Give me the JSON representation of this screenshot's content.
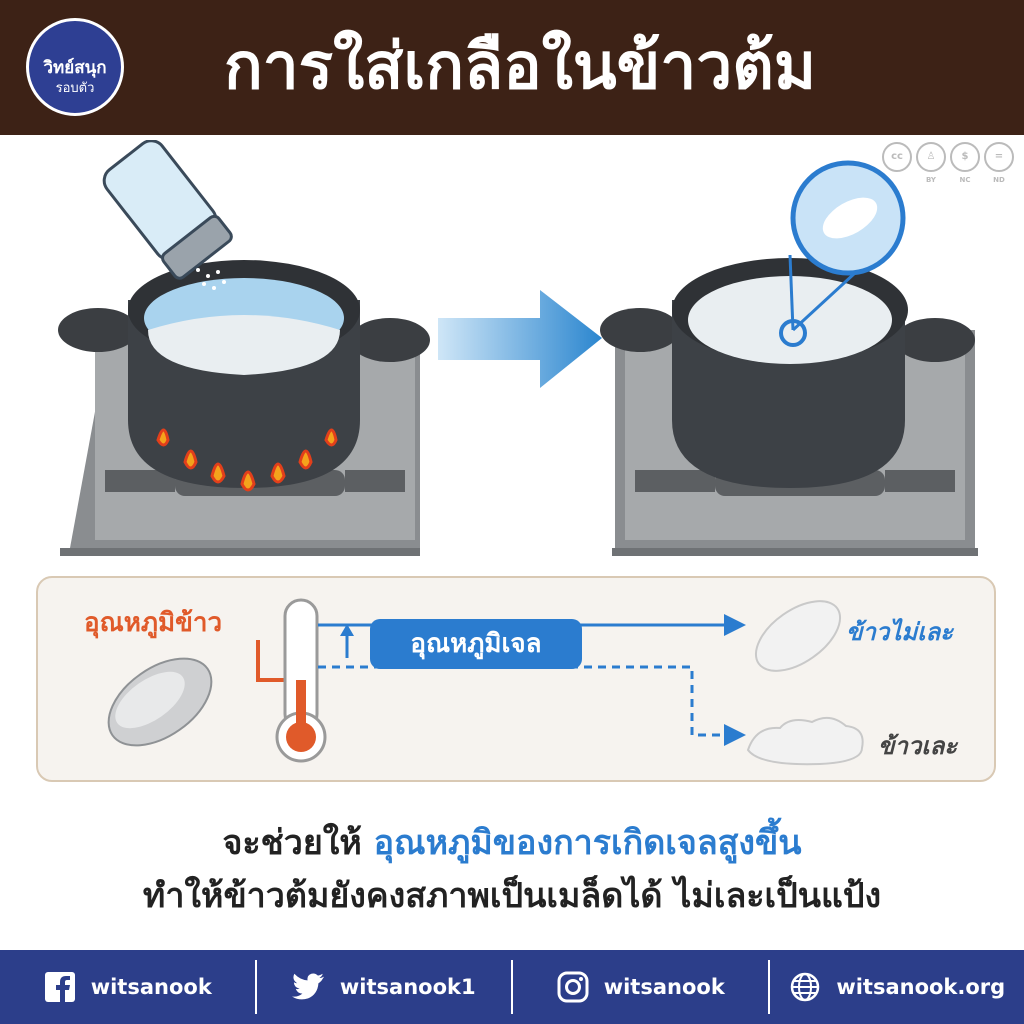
{
  "header": {
    "title": "การใส่เกลือในข้าวต้ม",
    "logo_line1": "วิทย์สนุก",
    "logo_line2": "รอบตัว"
  },
  "license": {
    "badges": [
      "cc",
      "by",
      "nc",
      "nd"
    ],
    "labels": [
      "BY",
      "NC",
      "ND"
    ]
  },
  "diagram": {
    "rice_temp_label": "อุณหภูมิข้าว",
    "gel_temp_label": "อุณหภูมิเจล",
    "not_mushy_label": "ข้าวไม่เละ",
    "mushy_label": "ข้าวเละ"
  },
  "caption": {
    "line1_prefix": "จะช่วยให้",
    "line1_highlight": "อุณหภูมิของการเกิดเจลสูงขึ้น",
    "line2": "ทำให้ข้าวต้มยังคงสภาพเป็นเมล็ดได้ ไม่เละเป็นแป้ง"
  },
  "footer": {
    "facebook": "witsanook",
    "twitter": "witsanook1",
    "instagram": "witsanook",
    "website": "witsanook.org"
  },
  "colors": {
    "header_bg": "#3d2216",
    "accent_blue": "#2b7ccf",
    "accent_orange": "#e05a2a",
    "footer_bg": "#2c3e8a"
  }
}
